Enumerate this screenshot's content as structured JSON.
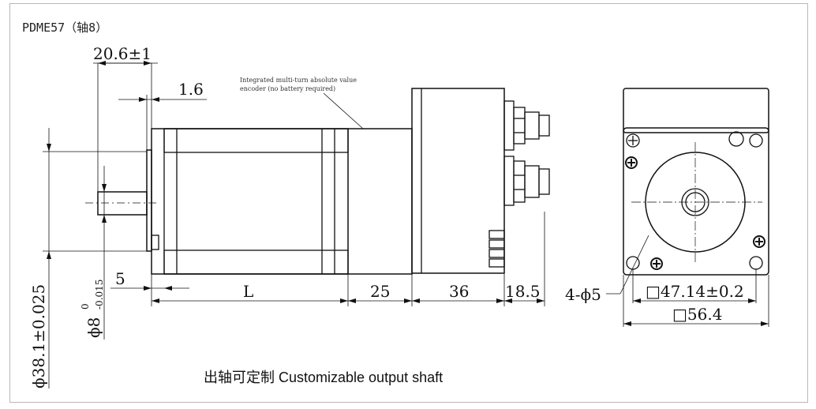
{
  "title": "PDME57（轴8）",
  "caption": "出轴可定制 Customizable output shaft",
  "note": {
    "line1": "Integrated multi-turn absolute value",
    "line2": "encoder (no battery required)"
  },
  "dimensions": {
    "shaft_length": "20.6±1",
    "flange_thickness": "1.6",
    "shaft_step": "5",
    "body_length": "L",
    "encoder_length": "25",
    "encoder_box_length": "36",
    "connector_length": "18.5",
    "hole_spec": "4-ϕ5",
    "bolt_pitch": "□47.14±0.2",
    "flange_size": "□56.4",
    "shaft_dia_main": "ϕ8",
    "shaft_dia_tol_upper": "0",
    "shaft_dia_tol_lower": "-0.015",
    "pilot_dia": "ϕ38.1±0.025"
  }
}
